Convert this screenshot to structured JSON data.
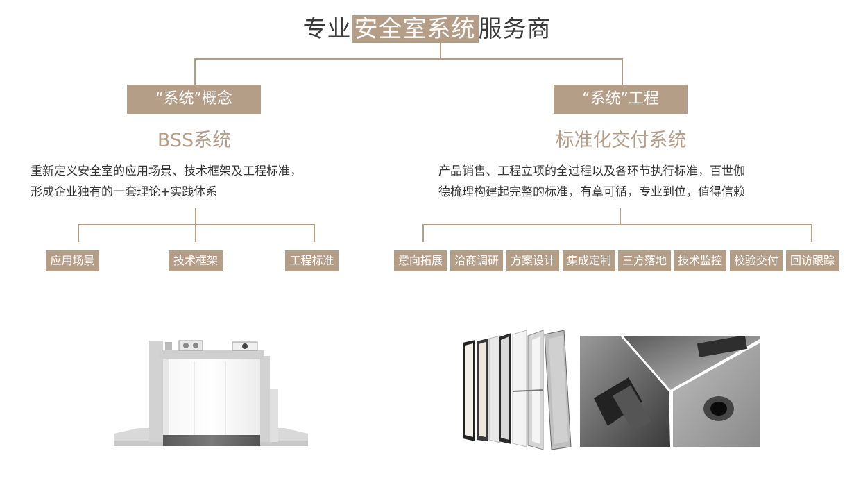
{
  "title": {
    "prefix": "专业",
    "highlight": "安全室系统",
    "suffix": "服务商"
  },
  "left": {
    "branch_label": "“系统”概念",
    "subtitle": "BSS系统",
    "description_line1": "重新定义安全室的应用场景、技术框架及工程标准，",
    "description_line2": "形成企业独有的一套理论+实践体系",
    "tags": [
      "应用场景",
      "技术框架",
      "工程标准"
    ]
  },
  "right": {
    "branch_label": "“系统”工程",
    "subtitle": "标准化交付系统",
    "description_line1": "产品销售、工程立项的全过程以及各环节执行标准，百世伽",
    "description_line2": "德梳理构建起完整的标准，有章可循，专业到位，值得信赖",
    "tags": [
      "意向拓展",
      "洽商调研",
      "方案设计",
      "集成定制",
      "三方落地",
      "技术监控",
      "校验交付",
      "回访跟踪"
    ]
  },
  "colors": {
    "accent": "#b59e88",
    "line": "#b39d85",
    "text": "#3a3a3a"
  }
}
